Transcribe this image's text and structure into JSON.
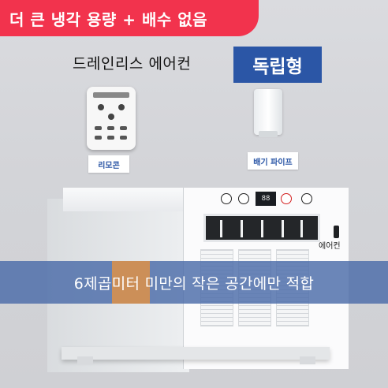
{
  "banner": {
    "text": "더 큰 냉각 용량 + 배수 없음",
    "color": "#f2334d"
  },
  "header": {
    "product_name": "드레인리스 에어컨",
    "type_badge": "독립형",
    "badge_color": "#2b56a6"
  },
  "accessories": [
    {
      "label": "리모콘",
      "icon": "remote-control-icon"
    },
    {
      "label": "배기 파이프",
      "icon": "exhaust-pipe-icon"
    }
  ],
  "product": {
    "label": "에어컨",
    "display_value": "88"
  },
  "caption": {
    "text": "6제곱미터 미만의 작은 공간에만 적합",
    "band_color": "#4a6ba8",
    "accent_color": "#de9248"
  }
}
